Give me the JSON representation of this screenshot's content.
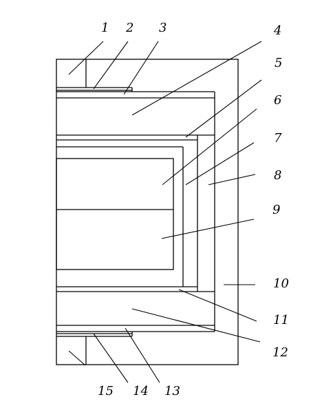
{
  "diagram": {
    "line_color": "#000000",
    "background": "#ffffff",
    "callouts": [
      "1",
      "2",
      "3",
      "4",
      "5",
      "6",
      "7",
      "8",
      "9",
      "10",
      "11",
      "12",
      "13",
      "14",
      "15"
    ]
  }
}
